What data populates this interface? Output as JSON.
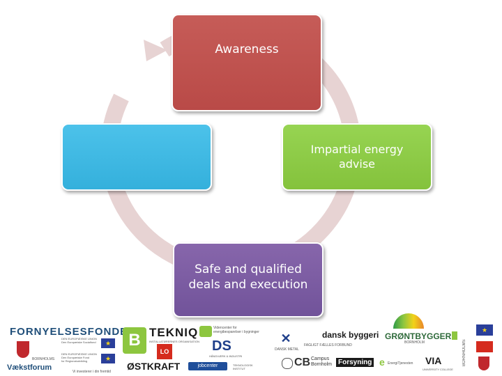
{
  "diagram": {
    "type": "cycle",
    "arrow_color": "#e7d3d3",
    "nodes": [
      {
        "id": "awareness",
        "label": "Awareness",
        "color": "#c0504d"
      },
      {
        "id": "advise",
        "label": "Impartial energy\nadvise",
        "color": "#8dc63f"
      },
      {
        "id": "deals",
        "label": "Safe and qualified\ndeals and execution",
        "color": "#7b5ea7"
      },
      {
        "id": "blank",
        "label": "",
        "color": "#3fb8e2"
      }
    ]
  },
  "logos": {
    "fornyelsesfonden": "FORNYELSESFONDEN",
    "eu1": "DEN EUROPÆISKE UNION\nDen Europæiske Socialfond",
    "eu2": "DEN EUROPÆISKE UNION\nDen Europæiske Fond\nfor Regionaludvikling",
    "bornholm": "BORNHOLMS",
    "vaekstforum": "Vækstforum",
    "investerer": "Vi investerer i din fremtid",
    "tekniq": "TEKNIQ",
    "tekniq_sub": "INSTALLATØRERNES ORGANISATION",
    "videncenter": "Videncenter for\nenergibesparelser i bygninger",
    "ds": "DS",
    "ds_sub": "HÅNDVÆRK & INDUSTRI",
    "ostkraft": "ØSTKRAFT",
    "lo": "LO",
    "jobcenter": "jobcenter",
    "teknologisk": "TEKNOLOGISK\nINSTITUT",
    "dansk_metal": "DANSK METAL",
    "dansk_byggeri": "dansk byggeri",
    "faglig": "FAGLIGT FÆLLES FORBUND",
    "campus": "Campus\nBornholm",
    "forsyning": "Forsyning",
    "gronbygger": "GRØNTBYGGER",
    "gronbygger_sub": "BORNHOLM",
    "energitjenesten": "EnergiTjenesten",
    "via": "VIA",
    "via_sub": "UNIVERSITY COLLEGE",
    "bornholms_vertical": "BORNHOLMS"
  }
}
